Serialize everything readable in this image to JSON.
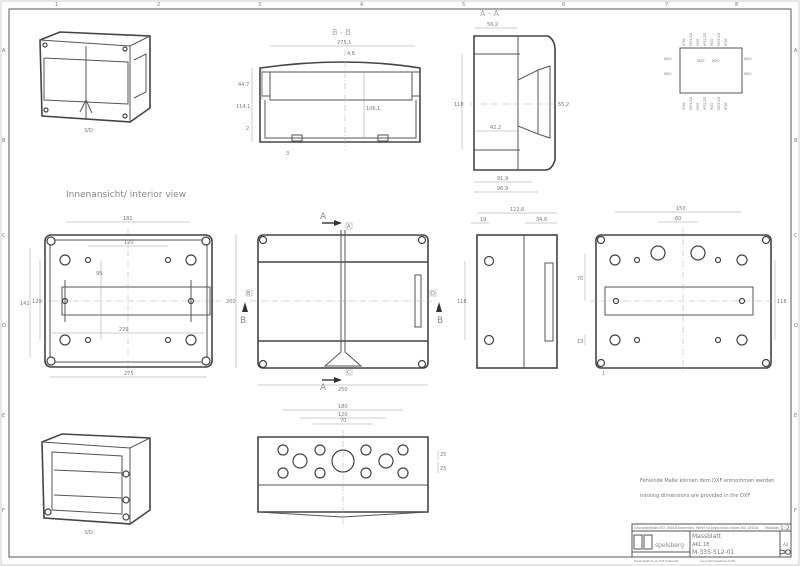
{
  "frame": {
    "columns": [
      "1",
      "2",
      "3",
      "4",
      "5",
      "6",
      "7",
      "8"
    ],
    "rows": [
      "A",
      "B",
      "C",
      "D",
      "E",
      "F"
    ]
  },
  "iso_top": {
    "label": "3/D"
  },
  "iso_bottom": {
    "label": "3/D"
  },
  "section_bb": {
    "title": "B - B",
    "dims": [
      "275,1",
      "4,6",
      "44,7",
      "114,1",
      "106,1",
      "2",
      "3"
    ]
  },
  "section_aa": {
    "title": "A - A",
    "dims": [
      "56,2",
      "118",
      "55,2",
      "42,2",
      "91,9",
      "96,9"
    ]
  },
  "hole_map": {
    "labels": [
      "M16",
      "M25/20",
      "M20",
      "M32/25",
      "M20",
      "M25/20",
      "M16",
      "M20",
      "M20",
      "M20",
      "M20",
      "M20",
      "M20",
      "M16",
      "M25/20",
      "M20",
      "M32/25",
      "M20",
      "M25/20",
      "M16"
    ]
  },
  "interior": {
    "title": "Innenansicht/ interior view",
    "dims": [
      "181",
      "120",
      "95",
      "229",
      "275",
      "141",
      "120"
    ]
  },
  "front": {
    "section_a": "A",
    "section_b": "B",
    "dims": [
      "200",
      "250"
    ],
    "markers": [
      "A",
      "B",
      "C",
      "D"
    ]
  },
  "side": {
    "dims": [
      "122,6",
      "19",
      "34,6",
      "118"
    ]
  },
  "back": {
    "dims": [
      "150",
      "60",
      "70",
      "118",
      "13",
      "1"
    ]
  },
  "bottom": {
    "dims": [
      "180",
      "120",
      "70",
      "25",
      "25"
    ]
  },
  "notes": {
    "de": "Fehlende Maße können dem DXF entnommen werden",
    "en": "missing dimensions are provided in the DXF"
  },
  "title_block": {
    "tolerance": "Grundabmaße ISO 16016 beachten. Refer to production notes ISO 16016.",
    "scale_label": "Maßstab",
    "scale": "1:2",
    "company": "spelsberg",
    "drawing_type": "Massblatt",
    "product": "AKL 1E",
    "number": "M-335-512-01",
    "sheet": "A3",
    "footer_left": "Dieses Blatt ist ein DXF Datensatz",
    "footer_right": "Copyright Spelsberg GmbH"
  }
}
